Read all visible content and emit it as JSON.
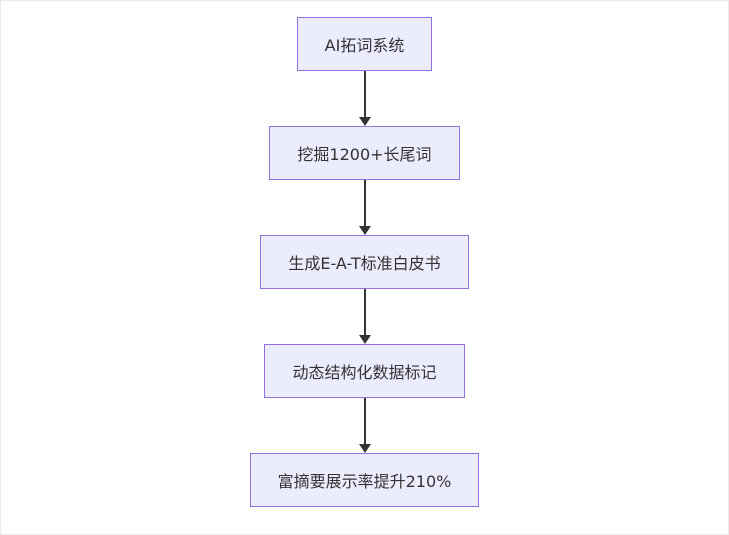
{
  "diagram": {
    "type": "flowchart",
    "direction": "top-down",
    "nodes": [
      {
        "id": "n1",
        "label": "AI拓词系统"
      },
      {
        "id": "n2",
        "label": "挖掘1200+长尾词"
      },
      {
        "id": "n3",
        "label": "生成E-A-T标准白皮书"
      },
      {
        "id": "n4",
        "label": "动态结构化数据标记"
      },
      {
        "id": "n5",
        "label": "富摘要展示率提升210%"
      }
    ],
    "edges": [
      {
        "from": "n1",
        "to": "n2"
      },
      {
        "from": "n2",
        "to": "n3"
      },
      {
        "from": "n3",
        "to": "n4"
      },
      {
        "from": "n4",
        "to": "n5"
      }
    ],
    "colors": {
      "node_fill": "#ececff",
      "node_border": "#9370db",
      "text": "#333333",
      "arrow": "#333333",
      "background": "#ffffff"
    }
  }
}
